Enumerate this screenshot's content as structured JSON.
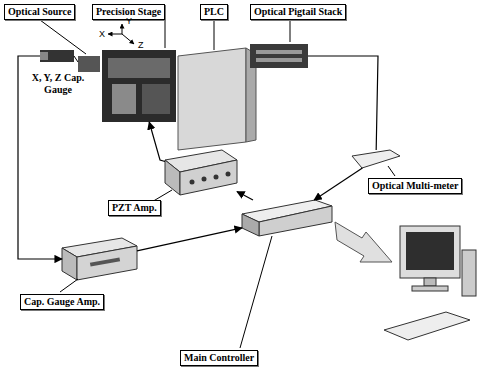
{
  "diagram": {
    "nodes": [
      {
        "text": [
          "Optical Source"
        ]
      },
      {
        "text": [
          "Precision Stage"
        ]
      },
      {
        "text": [
          "PLC"
        ]
      },
      {
        "text": [
          "Optical Pigtail Stack"
        ]
      },
      {
        "text": [
          "X, Y, Z Cap. Gauge"
        ]
      },
      {
        "text": [
          "Optical Multi-meter"
        ]
      },
      {
        "text": [
          "PZT Amp."
        ]
      },
      {
        "text": [
          "Cap. Gauge Amp."
        ]
      },
      {
        "text": [
          "Main Controller"
        ]
      }
    ],
    "edges": [
      {
        "from": 4,
        "to": 7,
        "arrow": "to"
      },
      {
        "from": 7,
        "to": 8,
        "arrow": "to"
      },
      {
        "from": 8,
        "to": 6,
        "arrow": "to"
      },
      {
        "from": 6,
        "to": 1,
        "arrow": "to"
      },
      {
        "from": 5,
        "to": 8,
        "arrow": "to"
      },
      {
        "from": 3,
        "to": 5,
        "arrow": "none"
      }
    ],
    "labels": [
      "X",
      "Y",
      "Z"
    ]
  }
}
